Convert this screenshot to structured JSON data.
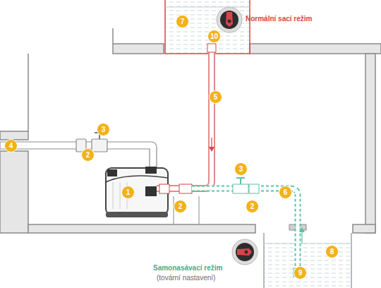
{
  "diagram": {
    "labels": [
      "Normální sací režim",
      "7",
      "10",
      "5",
      "3",
      "4",
      "2",
      "1",
      "2",
      "3",
      "2",
      "6",
      "8",
      "9",
      "Samonasávací režim",
      "(tovární nastavení)"
    ]
  }
}
